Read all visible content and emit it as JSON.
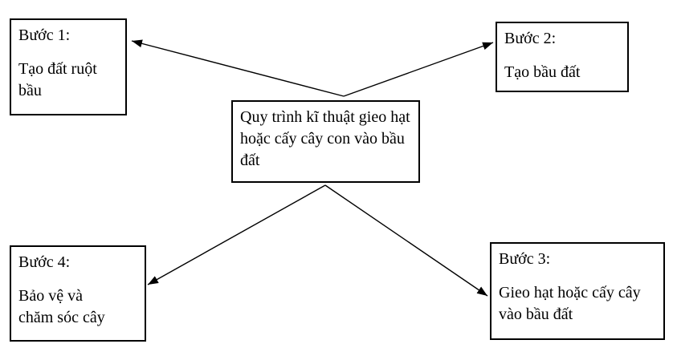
{
  "diagram": {
    "center": {
      "text": "Quy trình kĩ thuật gieo hạt hoặc cấy cây con vào bầu đất"
    },
    "steps": [
      {
        "title": "Bước 1:",
        "body": "Tạo đất ruột bầu"
      },
      {
        "title": "Bước 2:",
        "body": "Tạo bầu đất"
      },
      {
        "title": "Bước 3:",
        "body": "Gieo hạt hoặc cấy cây vào bầu đất"
      },
      {
        "title": "Bước 4:",
        "body": "Bảo vệ và chăm sóc cây"
      }
    ],
    "colors": {
      "background": "#ffffff",
      "border": "#000000",
      "text": "#000000",
      "arrow": "#000000"
    }
  }
}
